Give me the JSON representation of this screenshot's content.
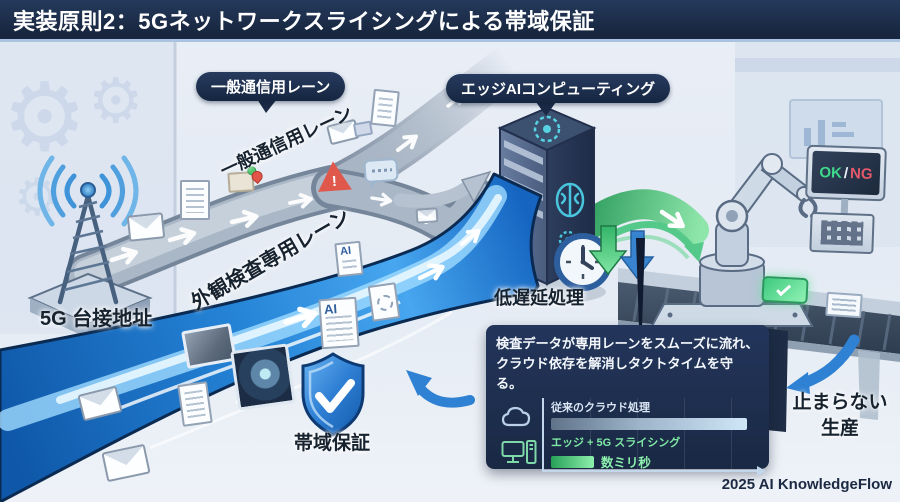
{
  "title": "実装原則2：5Gネットワークスライシングによる帯域保証",
  "callouts": {
    "general_lane": "一般通信用レーン",
    "edge_ai": "エッジAIコンピューティング"
  },
  "lanes": {
    "general_label": "一般通信用レーン",
    "inspection_label": "外観検査専用レーン",
    "ai_doc_label": "AI"
  },
  "nodes": {
    "base_station": "5G 台接地址",
    "low_latency": "低遅延処理",
    "bandwidth_guarantee": "帯域保証",
    "production_line1": "止まらない",
    "production_line2": "生産"
  },
  "monitor": {
    "ok": "OK",
    "separator": "/",
    "ng": "NG",
    "ok_color": "#3ed98b",
    "ng_color": "#e4596b"
  },
  "info_box": {
    "line1": "検査データが専用レーンをスムーズに流れ、",
    "line2": "クラウド依存を解消しタクトタイムを守る。"
  },
  "chart_data": {
    "type": "bar",
    "orientation": "horizontal",
    "title": "",
    "categories": [
      "従来のクラウド処理",
      "エッジ + 5G スライシング"
    ],
    "values_pct": [
      96,
      21
    ],
    "value_labels": [
      "",
      "数ミリ秒"
    ],
    "colors": [
      "#cfe6f8",
      "#58d88d"
    ],
    "axis": {
      "grid": true,
      "x_arrow": true
    },
    "legend": "none"
  },
  "icons": {
    "warning_mark": "!"
  },
  "footer": "2025 AI KnowledgeFlow"
}
